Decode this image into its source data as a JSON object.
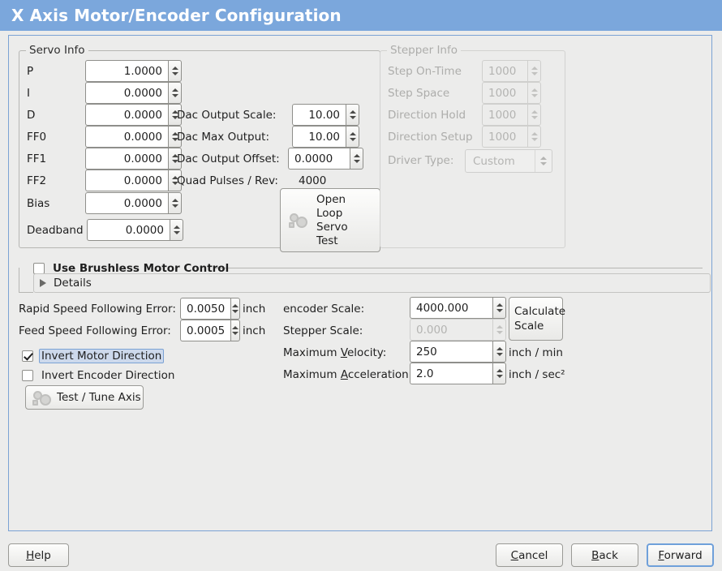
{
  "window": {
    "title": "X Axis Motor/Encoder Configuration",
    "title_bg": "#7ba7dc",
    "body_bg": "#ececeb",
    "frame_border": "#7ba2d4"
  },
  "servo_info": {
    "legend": "Servo Info",
    "rows": [
      {
        "label": "P",
        "value": "1.0000"
      },
      {
        "label": "I",
        "value": "0.0000"
      },
      {
        "label": "D",
        "value": "0.0000"
      },
      {
        "label": "FF0",
        "value": "0.0000"
      },
      {
        "label": "FF1",
        "value": "0.0000"
      },
      {
        "label": "FF2",
        "value": "0.0000"
      },
      {
        "label": "Bias",
        "value": "0.0000"
      },
      {
        "label": "Deadband",
        "value": "0.0000"
      }
    ],
    "dac": [
      {
        "label": "Dac Output Scale:",
        "value": "10.00"
      },
      {
        "label": "Dac Max Output:",
        "value": "10.00"
      },
      {
        "label": "Dac Output Offset:",
        "value": "0.0000"
      }
    ],
    "quad_pulses_label": "Quad Pulses / Rev:",
    "quad_pulses_value": "4000",
    "open_loop_button": {
      "line1": "Open",
      "line2": "Loop",
      "line3": "Servo",
      "line4": "Test",
      "icon": "gears-icon"
    }
  },
  "stepper_info": {
    "legend": "Stepper Info",
    "enabled": false,
    "rows": [
      {
        "label": "Step On-Time",
        "value": "1000"
      },
      {
        "label": "Step Space",
        "value": "1000"
      },
      {
        "label": "Direction Hold",
        "value": "1000"
      },
      {
        "label": "Direction Setup",
        "value": "1000"
      }
    ],
    "driver_type_label": "Driver Type:",
    "driver_type_value": "Custom"
  },
  "brushless": {
    "checkbox_label": "Use Brushless Motor Control",
    "checked": false,
    "details_label": "Details",
    "details_expanded": false
  },
  "following_error": {
    "rapid_label": "Rapid Speed Following Error:",
    "rapid_value": "0.0050",
    "rapid_unit": "inch",
    "feed_label": "Feed Speed Following Error:",
    "feed_value": "0.0005",
    "feed_unit": "inch"
  },
  "direction": {
    "invert_motor_label": "Invert Motor Direction",
    "invert_motor_checked": true,
    "invert_motor_focused": true,
    "invert_encoder_label": "Invert Encoder Direction",
    "invert_encoder_checked": false,
    "test_tune_label": "Test / Tune Axis",
    "test_tune_icon": "gears-icon"
  },
  "scaling": {
    "encoder_scale_label": "encoder Scale:",
    "encoder_scale_value": "4000.000",
    "stepper_scale_label": "Stepper Scale:",
    "stepper_scale_value": "0.000",
    "stepper_scale_enabled": false,
    "calculate_scale_line1": "Calculate",
    "calculate_scale_line2": "Scale",
    "max_velocity_label_pre": "Maximum ",
    "max_velocity_mnemonic": "V",
    "max_velocity_label_post": "elocity:",
    "max_velocity_value": "250",
    "max_velocity_unit": "inch / min",
    "max_accel_label_pre": "Maximum ",
    "max_accel_mnemonic": "A",
    "max_accel_label_post": "cceleration:",
    "max_accel_value": "2.0",
    "max_accel_unit": "inch / sec²"
  },
  "footer": {
    "help": {
      "pre": "",
      "mnemonic": "H",
      "post": "elp"
    },
    "cancel": {
      "pre": "",
      "mnemonic": "C",
      "post": "ancel"
    },
    "back": {
      "pre": "",
      "mnemonic": "B",
      "post": "ack"
    },
    "forward": {
      "pre": "",
      "mnemonic": "F",
      "post": "orward",
      "focused": true
    }
  }
}
